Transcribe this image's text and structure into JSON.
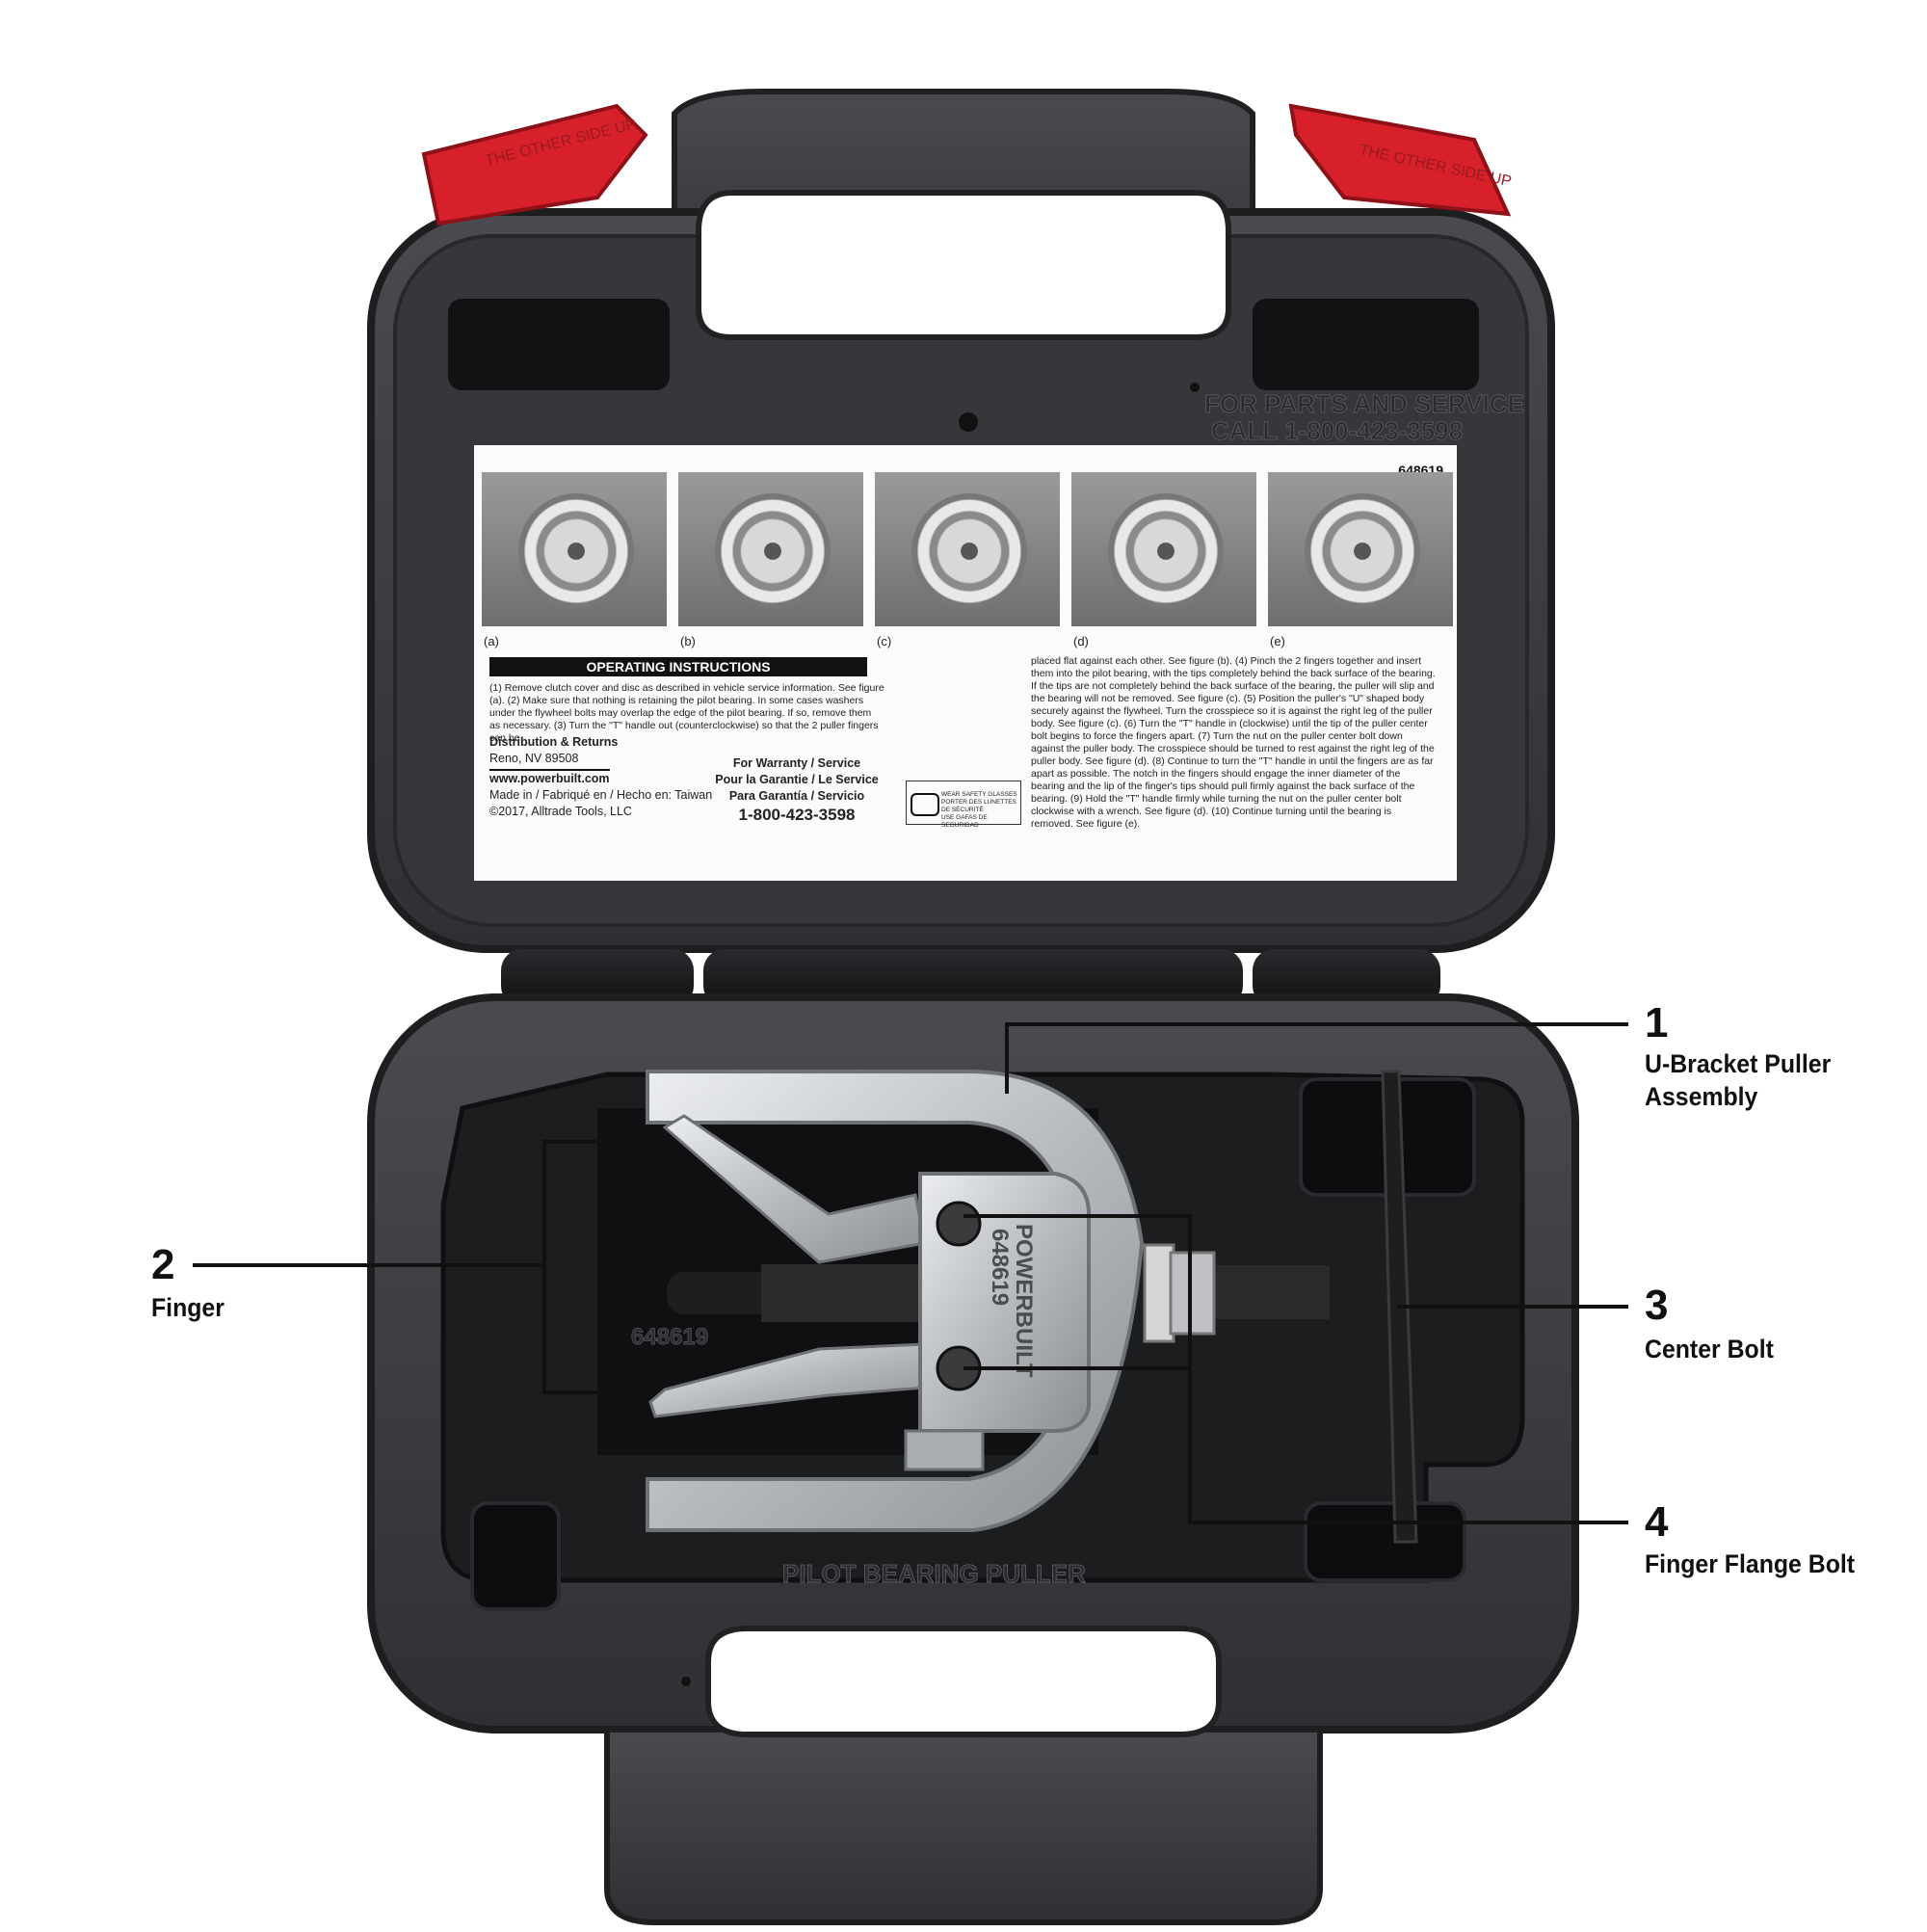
{
  "case": {
    "lid_text_line1": "FOR PARTS AND SERVICE",
    "lid_text_line2": "CALL 1-800-423-3598",
    "base_text": "PILOT  BEARING  PULLER",
    "tool_mold_number": "648619",
    "tool_stamp_brand": "POWERBUILT",
    "tool_stamp_number": "648619",
    "latch_text": "THE OTHER SIDE UP"
  },
  "instruction_card": {
    "part_number": "648619",
    "figures": [
      "(a)",
      "(b)",
      "(c)",
      "(d)",
      "(e)"
    ],
    "heading": "OPERATING INSTRUCTIONS",
    "left_text": "(1) Remove clutch cover and disc as described in vehicle service information. See figure (a). (2) Make sure that nothing is retaining the pilot bearing. In some cases washers under the flywheel bolts may overlap the edge of the pilot bearing. If so, remove them as necessary. (3) Turn the \"T\" handle out (counterclockwise) so that the 2 puller fingers can be",
    "right_text": "placed flat against each other. See figure (b). (4) Pinch the 2 fingers together and insert them into the pilot bearing, with the tips completely behind the back surface of the bearing. If the tips are not completely behind the back surface of the bearing, the puller will slip and the bearing will not be removed. See figure (c). (5) Position the puller's \"U\" shaped body securely against the flywheel. Turn the crosspiece so it is against the right leg of the puller body. See figure (c). (6) Turn the \"T\" handle in (clockwise) until the tip of the puller center bolt begins to force the fingers apart. (7) Turn the nut on the puller center bolt down against the puller body. The crosspiece should be turned to rest against the right leg of the puller body. See figure (d). (8) Continue to turn the \"T\" handle in until the fingers are as far apart as possible. The notch in the fingers should engage the inner diameter of the bearing and the lip of the finger's tips should pull firmly against the back surface of the bearing. (9) Hold the \"T\" handle firmly while turning the nut on the puller center bolt clockwise with a wrench. See figure (d). (10) Continue turning until the bearing is removed. See figure (e).",
    "distribution_title": "Distribution & Returns",
    "distribution_city": "Reno, NV 89508",
    "website": "www.powerbuilt.com",
    "made_in": "Made in / Fabriqué en / Hecho en: Taiwan",
    "copyright": "©2017, Alltrade Tools, LLC",
    "warranty_line1": "For Warranty / Service",
    "warranty_line2": "Pour la Garantie / Le Service",
    "warranty_line3": "Para Garantía / Servicio",
    "warranty_phone": "1-800-423-3598",
    "safety_line1": "WEAR SAFETY GLASSES",
    "safety_line2": "PORTER DES LUNETTES",
    "safety_line3": "DE SÉCURITÉ",
    "safety_line4": "USE GAFAS DE SEGURIDAD"
  },
  "callouts": [
    {
      "number": "1",
      "label_line1": "U-Bracket Puller",
      "label_line2": "Assembly"
    },
    {
      "number": "2",
      "label_line1": "Finger",
      "label_line2": ""
    },
    {
      "number": "3",
      "label_line1": "Center Bolt",
      "label_line2": ""
    },
    {
      "number": "4",
      "label_line1": "Finger Flange Bolt",
      "label_line2": ""
    }
  ],
  "colors": {
    "case_body": "#3c3d40",
    "case_shadow": "#1a1b1d",
    "latch_red": "#d8202b",
    "steel": "#c9cbce",
    "bolt_black": "#1e1e1f"
  }
}
